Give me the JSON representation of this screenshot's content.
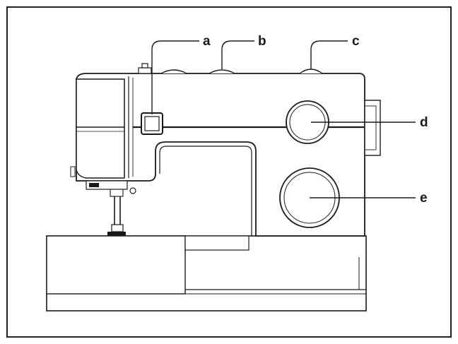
{
  "diagram": {
    "callouts": [
      {
        "id": "a",
        "text": "a"
      },
      {
        "id": "b",
        "text": "b"
      },
      {
        "id": "c",
        "text": "c"
      },
      {
        "id": "d",
        "text": "d"
      },
      {
        "id": "e",
        "text": "e"
      }
    ]
  },
  "colors": {
    "line": "#1a1a1a",
    "frame": "#222222",
    "background": "#ffffff"
  }
}
